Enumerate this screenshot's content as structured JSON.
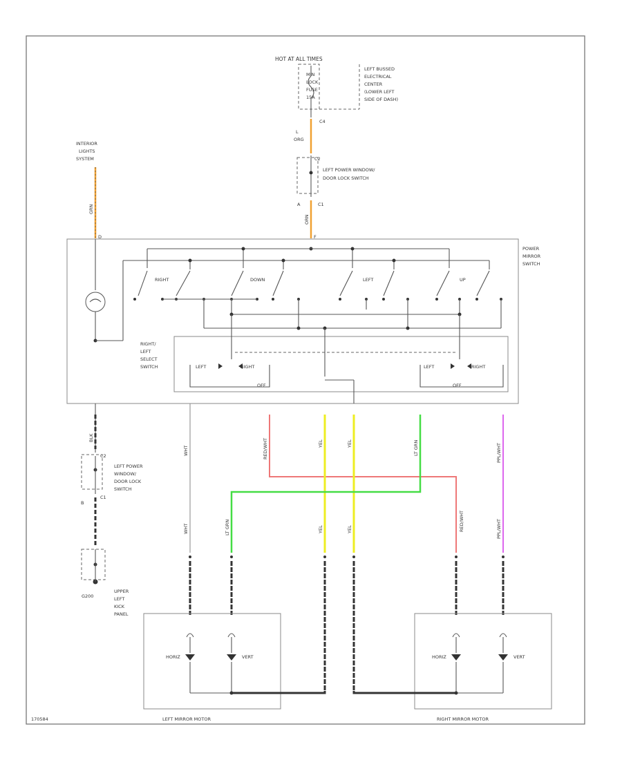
{
  "diagram": {
    "power_source": {
      "title": "HOT AT ALL TIMES",
      "fuse_lines": [
        "MIN",
        "LOCK",
        "FUSE",
        "15A"
      ],
      "fusebox_lines": [
        "LEFT BUSSED",
        "ELECTRICAL",
        "CENTER",
        "(LOWER LEFT",
        "SIDE OF DASH)"
      ],
      "conn_c4": "C4",
      "wire_l": "L",
      "wire_org": "ORG"
    },
    "left_switch_top": {
      "conn_c2": "C2",
      "lines": [
        "LEFT POWER WINDOW/",
        "DOOR LOCK SWITCH"
      ],
      "conn_c1": "C1",
      "pin_a": "A",
      "wire_orn": "ORN"
    },
    "interior_lights": {
      "lines": [
        "INTERIOR",
        "LIGHTS",
        "SYSTEM"
      ],
      "wire": "GRN"
    },
    "power_mirror_switch": {
      "lines": [
        "POWER",
        "MIRROR",
        "SWITCH"
      ],
      "pin_d": "D",
      "pin_f": "F",
      "right": "RIGHT",
      "down": "DOWN",
      "left": "LEFT",
      "up": "UP"
    },
    "select_switch": {
      "lines": [
        "RIGHT/",
        "LEFT",
        "SELECT",
        "SWITCH"
      ],
      "left_l": "LEFT",
      "right_l": "RIGHT",
      "off_l": "OFF",
      "left_r": "LEFT",
      "right_r": "RIGHT",
      "off_r": "OFF"
    },
    "wires": {
      "gnd": "BLK",
      "white": "WHT",
      "red_wht": "RED/WHT",
      "yel1": "YEL",
      "yel2": "YEL",
      "lt_grn": "LT GRN",
      "ppl_wht": "PPL/WHT"
    },
    "left_switch_bottom": {
      "conn_c2": "C2",
      "lines": [
        "LEFT POWER",
        "WINDOW/",
        "DOOR LOCK",
        "SWITCH"
      ],
      "conn_c1": "C1",
      "pin_b": "B"
    },
    "ground": {
      "id": "G200",
      "lines": [
        "UPPER",
        "LEFT",
        "KICK",
        "PANEL"
      ]
    },
    "left_mirror": {
      "label": "LEFT MIRROR MOTOR",
      "horiz": "HORIZ",
      "vert": "VERT"
    },
    "right_mirror": {
      "label": "RIGHT MIRROR MOTOR",
      "horiz": "HORIZ",
      "vert": "VERT"
    },
    "footer_id": "170584"
  },
  "colors": {
    "orange": "#f0a030",
    "red": "#ee7777",
    "yellow": "#eeee22",
    "green": "#44dd44",
    "purple": "#dd66ee",
    "black": "#333333"
  }
}
